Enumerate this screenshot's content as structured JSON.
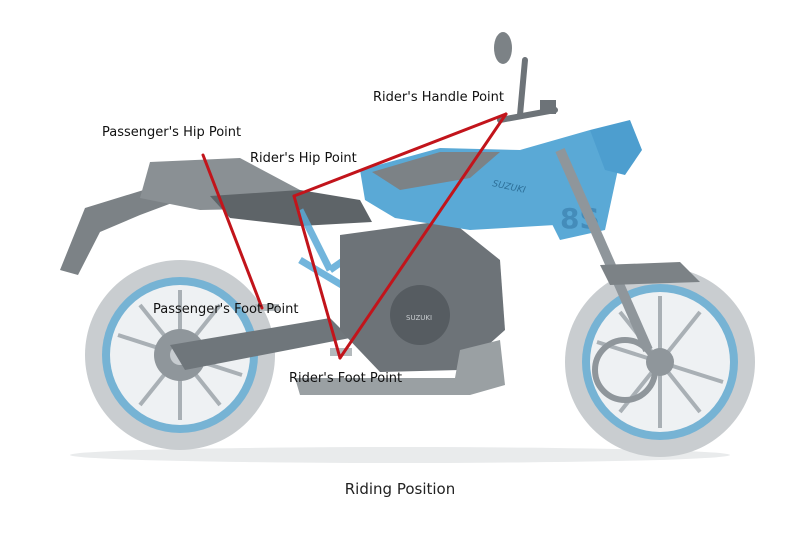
{
  "colors": {
    "bike_blue": "#5aa9d6",
    "bike_body": "#9aa0a3",
    "bike_dark": "#7c8286",
    "tyre": "#b8bcbf",
    "line_red": "#c2141b"
  },
  "labels": {
    "riders_handle_point": "Rider's Handle Point",
    "passengers_hip_point": "Passenger's Hip Point",
    "riders_hip_point": "Rider's Hip Point",
    "passengers_foot_point": "Passenger's Foot Point",
    "riders_foot_point": "Rider's Foot Point"
  },
  "caption": "Riding Position",
  "tank_logo": "SUZUKI",
  "model_badge": "8S"
}
